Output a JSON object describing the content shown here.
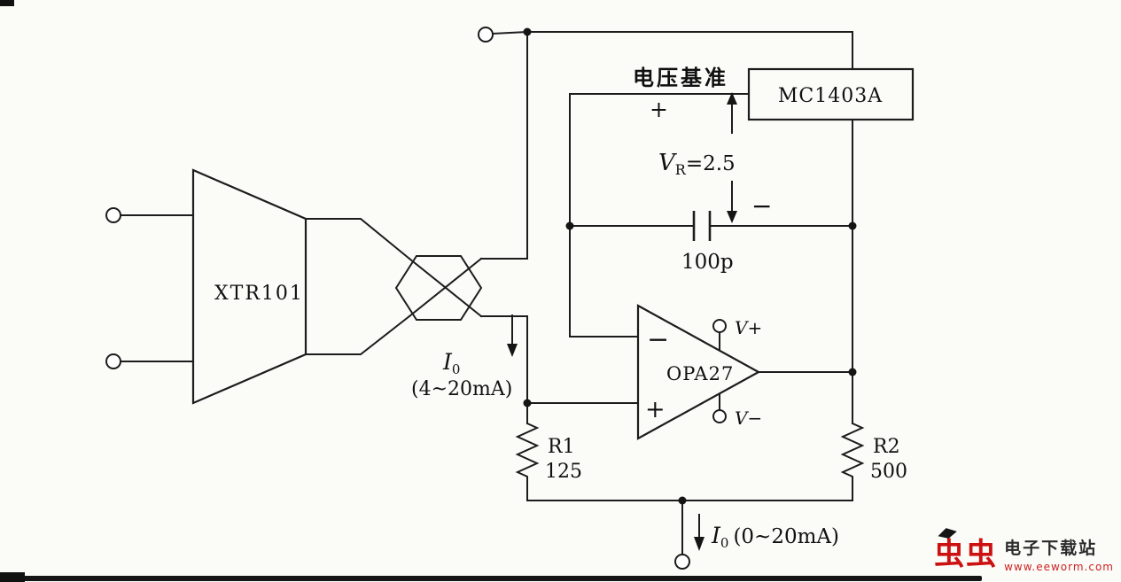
{
  "watermark": {
    "brand": "虫虫",
    "site_name": "电子下载站",
    "url": "www.eeworm.com",
    "brand_color": "#cc1111",
    "url_color": "#cc2222"
  },
  "diagram": {
    "voltage_ref_label": "电压基准",
    "components": {
      "xtr101": {
        "label": "XTR101"
      },
      "mc1403a": {
        "label": "MC1403A"
      },
      "opa27": {
        "label": "OPA27",
        "inverting_sign": "−",
        "noninverting_sign": "+",
        "v_plus": "V+",
        "v_minus": "V−"
      },
      "capacitor": {
        "value": "100p"
      },
      "r1": {
        "name": "R1",
        "value": "125"
      },
      "r2": {
        "name": "R2",
        "value": "500"
      }
    },
    "annotations": {
      "vref_plus": "+",
      "vref_minus": "−",
      "vref": {
        "symbol": "V",
        "subscript": "R",
        "equation": "=2.5"
      },
      "input_current": {
        "symbol": "I",
        "subscript": "0",
        "range": "(4~20mA)"
      },
      "output_current": {
        "symbol": "I",
        "subscript": "0",
        "range": "(0~20mA)"
      }
    }
  }
}
